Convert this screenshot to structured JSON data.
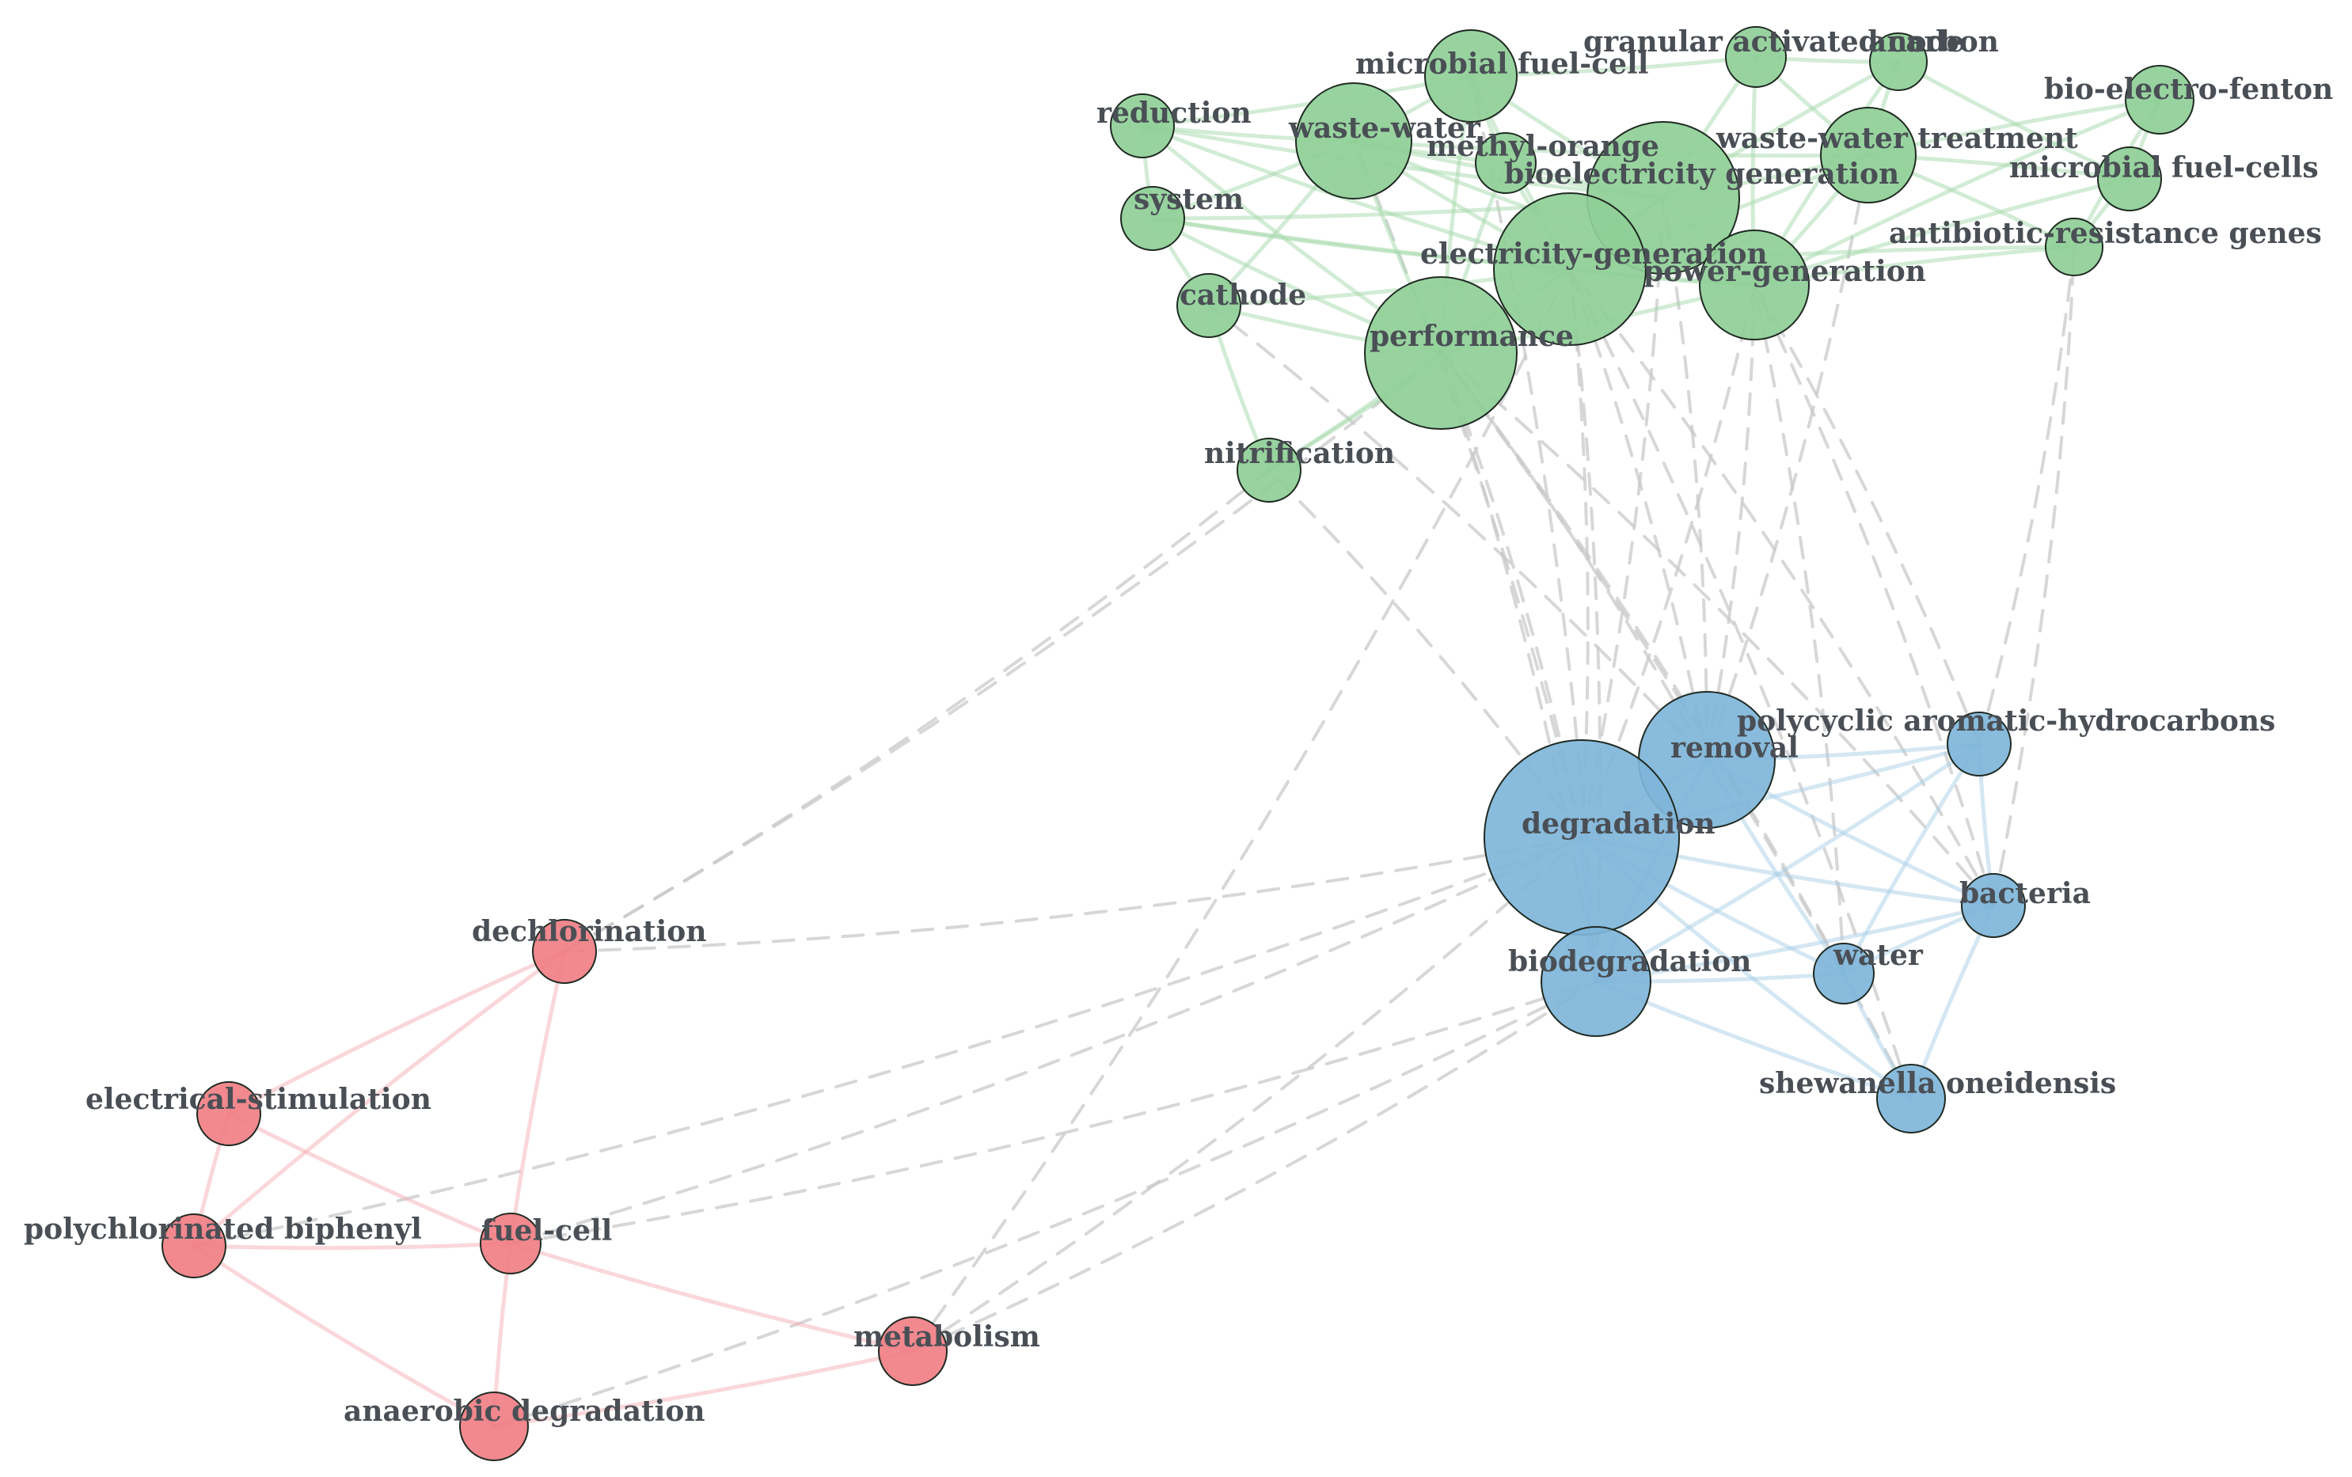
{
  "colors": {
    "clusters": [
      "#8fcf97",
      "#7fb5d9",
      "#f07f86"
    ],
    "edges_within": [
      "#a6d9ac",
      "#a9d0e8",
      "#f5b0b6"
    ],
    "edge_between": "#c9c9c9",
    "node_stroke": "#1f2a22",
    "label": "#4a4f55",
    "background": "#ffffff"
  },
  "nodes": [
    {
      "id": "microbial-fuel-cell",
      "label": "microbial fuel-cell",
      "cluster": 0
    },
    {
      "id": "granular-activated-carbon",
      "label": "granular activated carbon",
      "cluster": 0
    },
    {
      "id": "anode",
      "label": "anode",
      "cluster": 0
    },
    {
      "id": "bio-electro-fenton",
      "label": "bio-electro-fenton",
      "cluster": 0
    },
    {
      "id": "reduction",
      "label": "reduction",
      "cluster": 0
    },
    {
      "id": "waste-water",
      "label": "waste-water",
      "cluster": 0
    },
    {
      "id": "methyl-orange",
      "label": "methyl-orange",
      "cluster": 0
    },
    {
      "id": "waste-water-treatment",
      "label": "waste-water treatment",
      "cluster": 0
    },
    {
      "id": "bioelectricity-generation",
      "label": "bioelectricity generation",
      "cluster": 0
    },
    {
      "id": "microbial-fuel-cells",
      "label": "microbial fuel-cells",
      "cluster": 0
    },
    {
      "id": "system",
      "label": "system",
      "cluster": 0
    },
    {
      "id": "antibiotic-resistance-genes",
      "label": "antibiotic-resistance genes",
      "cluster": 0
    },
    {
      "id": "electricity-generation",
      "label": "electricity-generation",
      "cluster": 0
    },
    {
      "id": "power-generation",
      "label": "power-generation",
      "cluster": 0
    },
    {
      "id": "cathode",
      "label": "cathode",
      "cluster": 0
    },
    {
      "id": "performance",
      "label": "performance",
      "cluster": 0
    },
    {
      "id": "nitrification",
      "label": "nitrification",
      "cluster": 0
    },
    {
      "id": "polycyclic-aromatic-hydrocarbons",
      "label": "polycyclic aromatic-hydrocarbons",
      "cluster": 1
    },
    {
      "id": "removal",
      "label": "removal",
      "cluster": 1
    },
    {
      "id": "degradation",
      "label": "degradation",
      "cluster": 1
    },
    {
      "id": "bacteria",
      "label": "bacteria",
      "cluster": 1
    },
    {
      "id": "biodegradation",
      "label": "biodegradation",
      "cluster": 1
    },
    {
      "id": "water",
      "label": "water",
      "cluster": 1
    },
    {
      "id": "shewanella-oneidensis",
      "label": "shewanella oneidensis",
      "cluster": 1
    },
    {
      "id": "dechlorination",
      "label": "dechlorination",
      "cluster": 2
    },
    {
      "id": "electrical-stimulation",
      "label": "electrical-stimulation",
      "cluster": 2
    },
    {
      "id": "polychlorinated-biphenyl",
      "label": "polychlorinated biphenyl",
      "cluster": 2
    },
    {
      "id": "fuel-cell",
      "label": "fuel-cell",
      "cluster": 2
    },
    {
      "id": "metabolism",
      "label": "metabolism",
      "cluster": 2
    },
    {
      "id": "anaerobic-degradation",
      "label": "anaerobic degradation",
      "cluster": 2
    }
  ],
  "edges_within": [
    [
      "reduction",
      "waste-water"
    ],
    [
      "reduction",
      "microbial-fuel-cell"
    ],
    [
      "reduction",
      "system"
    ],
    [
      "reduction",
      "electricity-generation"
    ],
    [
      "reduction",
      "bioelectricity-generation"
    ],
    [
      "reduction",
      "performance"
    ],
    [
      "system",
      "waste-water"
    ],
    [
      "system",
      "cathode"
    ],
    [
      "system",
      "performance"
    ],
    [
      "system",
      "electricity-generation"
    ],
    [
      "system",
      "bioelectricity-generation"
    ],
    [
      "system",
      "power-generation"
    ],
    [
      "cathode",
      "performance"
    ],
    [
      "cathode",
      "waste-water"
    ],
    [
      "cathode",
      "electricity-generation"
    ],
    [
      "cathode",
      "nitrification"
    ],
    [
      "nitrification",
      "performance"
    ],
    [
      "nitrification",
      "electricity-generation"
    ],
    [
      "waste-water",
      "microbial-fuel-cell"
    ],
    [
      "waste-water",
      "methyl-orange"
    ],
    [
      "waste-water",
      "bioelectricity-generation"
    ],
    [
      "waste-water",
      "electricity-generation"
    ],
    [
      "waste-water",
      "performance"
    ],
    [
      "waste-water",
      "power-generation"
    ],
    [
      "waste-water",
      "waste-water-treatment"
    ],
    [
      "microbial-fuel-cell",
      "granular-activated-carbon"
    ],
    [
      "microbial-fuel-cell",
      "bioelectricity-generation"
    ],
    [
      "microbial-fuel-cell",
      "electricity-generation"
    ],
    [
      "microbial-fuel-cell",
      "performance"
    ],
    [
      "microbial-fuel-cell",
      "methyl-orange"
    ],
    [
      "granular-activated-carbon",
      "anode"
    ],
    [
      "granular-activated-carbon",
      "bioelectricity-generation"
    ],
    [
      "granular-activated-carbon",
      "waste-water-treatment"
    ],
    [
      "granular-activated-carbon",
      "power-generation"
    ],
    [
      "anode",
      "waste-water-treatment"
    ],
    [
      "anode",
      "power-generation"
    ],
    [
      "anode",
      "bioelectricity-generation"
    ],
    [
      "anode",
      "microbial-fuel-cells"
    ],
    [
      "bio-electro-fenton",
      "microbial-fuel-cells"
    ],
    [
      "bio-electro-fenton",
      "waste-water-treatment"
    ],
    [
      "bio-electro-fenton",
      "power-generation"
    ],
    [
      "bio-electro-fenton",
      "antibiotic-resistance-genes"
    ],
    [
      "microbial-fuel-cells",
      "antibiotic-resistance-genes"
    ],
    [
      "microbial-fuel-cells",
      "waste-water-treatment"
    ],
    [
      "microbial-fuel-cells",
      "power-generation"
    ],
    [
      "antibiotic-resistance-genes",
      "power-generation"
    ],
    [
      "antibiotic-resistance-genes",
      "waste-water-treatment"
    ],
    [
      "antibiotic-resistance-genes",
      "electricity-generation"
    ],
    [
      "methyl-orange",
      "bioelectricity-generation"
    ],
    [
      "methyl-orange",
      "electricity-generation"
    ],
    [
      "methyl-orange",
      "performance"
    ],
    [
      "bioelectricity-generation",
      "electricity-generation"
    ],
    [
      "bioelectricity-generation",
      "performance"
    ],
    [
      "bioelectricity-generation",
      "power-generation"
    ],
    [
      "bioelectricity-generation",
      "waste-water-treatment"
    ],
    [
      "electricity-generation",
      "performance"
    ],
    [
      "electricity-generation",
      "power-generation"
    ],
    [
      "electricity-generation",
      "waste-water-treatment"
    ],
    [
      "performance",
      "power-generation"
    ],
    [
      "power-generation",
      "waste-water-treatment"
    ],
    [
      "removal",
      "degradation"
    ],
    [
      "removal",
      "polycyclic-aromatic-hydrocarbons"
    ],
    [
      "removal",
      "bacteria"
    ],
    [
      "removal",
      "biodegradation"
    ],
    [
      "removal",
      "water"
    ],
    [
      "degradation",
      "biodegradation"
    ],
    [
      "degradation",
      "bacteria"
    ],
    [
      "degradation",
      "water"
    ],
    [
      "degradation",
      "shewanella-oneidensis"
    ],
    [
      "degradation",
      "polycyclic-aromatic-hydrocarbons"
    ],
    [
      "biodegradation",
      "water"
    ],
    [
      "biodegradation",
      "bacteria"
    ],
    [
      "biodegradation",
      "polycyclic-aromatic-hydrocarbons"
    ],
    [
      "biodegradation",
      "shewanella-oneidensis"
    ],
    [
      "polycyclic-aromatic-hydrocarbons",
      "bacteria"
    ],
    [
      "polycyclic-aromatic-hydrocarbons",
      "water"
    ],
    [
      "bacteria",
      "water"
    ],
    [
      "bacteria",
      "shewanella-oneidensis"
    ],
    [
      "water",
      "shewanella-oneidensis"
    ],
    [
      "dechlorination",
      "electrical-stimulation"
    ],
    [
      "dechlorination",
      "polychlorinated-biphenyl"
    ],
    [
      "dechlorination",
      "fuel-cell"
    ],
    [
      "electrical-stimulation",
      "polychlorinated-biphenyl"
    ],
    [
      "electrical-stimulation",
      "fuel-cell"
    ],
    [
      "polychlorinated-biphenyl",
      "fuel-cell"
    ],
    [
      "polychlorinated-biphenyl",
      "anaerobic-degradation"
    ],
    [
      "fuel-cell",
      "anaerobic-degradation"
    ],
    [
      "fuel-cell",
      "metabolism"
    ],
    [
      "anaerobic-degradation",
      "metabolism"
    ]
  ],
  "edges_between": [
    [
      "dechlorination",
      "nitrification"
    ],
    [
      "dechlorination",
      "performance"
    ],
    [
      "dechlorination",
      "degradation"
    ],
    [
      "polychlorinated-biphenyl",
      "degradation"
    ],
    [
      "fuel-cell",
      "biodegradation"
    ],
    [
      "fuel-cell",
      "degradation"
    ],
    [
      "metabolism",
      "degradation"
    ],
    [
      "metabolism",
      "biodegradation"
    ],
    [
      "metabolism",
      "electricity-generation"
    ],
    [
      "anaerobic-degradation",
      "biodegradation"
    ],
    [
      "degradation",
      "performance"
    ],
    [
      "degradation",
      "electricity-generation"
    ],
    [
      "degradation",
      "waste-water"
    ],
    [
      "degradation",
      "nitrification"
    ],
    [
      "degradation",
      "power-generation"
    ],
    [
      "degradation",
      "bioelectricity-generation"
    ],
    [
      "removal",
      "performance"
    ],
    [
      "removal",
      "electricity-generation"
    ],
    [
      "removal",
      "power-generation"
    ],
    [
      "removal",
      "bioelectricity-generation"
    ],
    [
      "removal",
      "waste-water-treatment"
    ],
    [
      "removal",
      "cathode"
    ],
    [
      "biodegradation",
      "performance"
    ],
    [
      "biodegradation",
      "electricity-generation"
    ],
    [
      "biodegradation",
      "microbial-fuel-cell"
    ],
    [
      "bacteria",
      "performance"
    ],
    [
      "bacteria",
      "electricity-generation"
    ],
    [
      "bacteria",
      "antibiotic-resistance-genes"
    ],
    [
      "bacteria",
      "power-generation"
    ],
    [
      "water",
      "performance"
    ],
    [
      "water",
      "power-generation"
    ],
    [
      "polycyclic-aromatic-hydrocarbons",
      "antibiotic-resistance-genes"
    ],
    [
      "polycyclic-aromatic-hydrocarbons",
      "power-generation"
    ],
    [
      "shewanella-oneidensis",
      "electricity-generation"
    ],
    [
      "shewanella-oneidensis",
      "performance"
    ]
  ]
}
